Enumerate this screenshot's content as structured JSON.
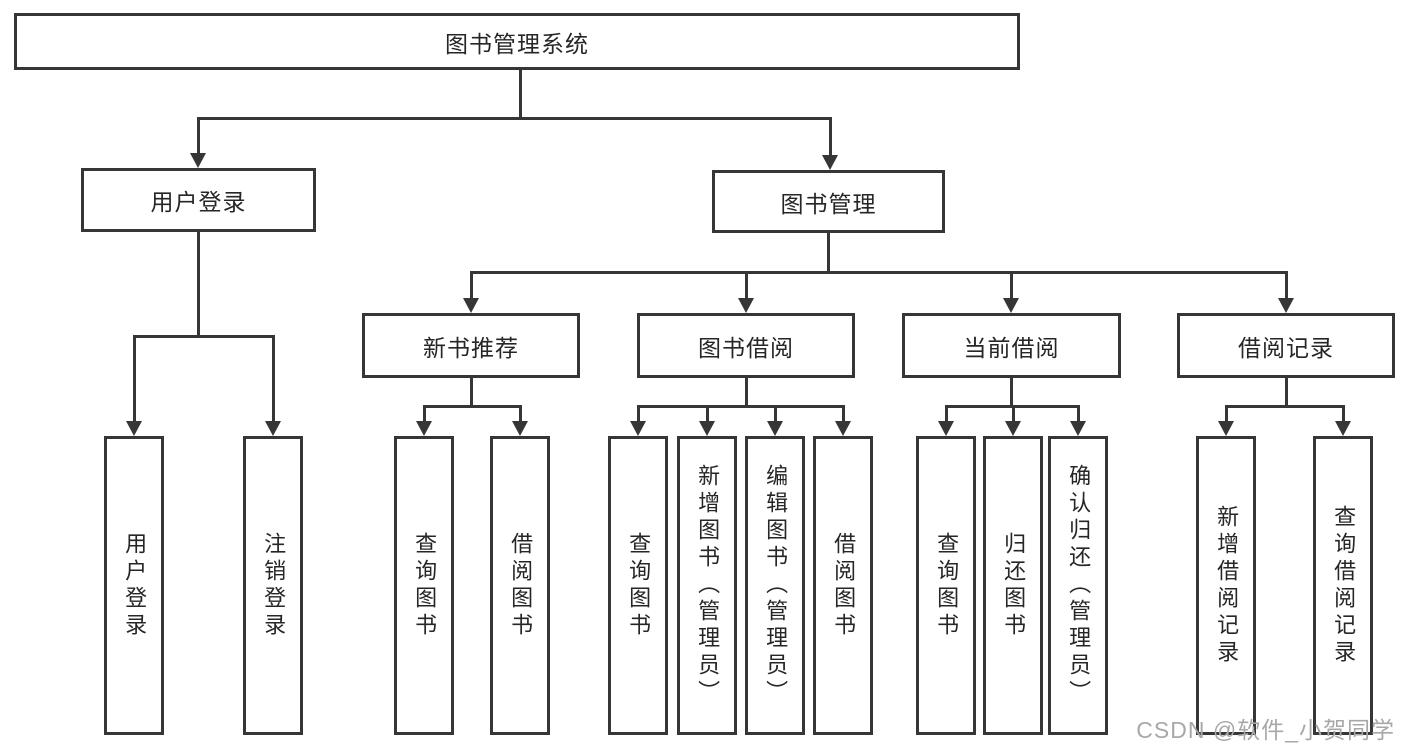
{
  "colors": {
    "line": "#363636",
    "text": "#262626",
    "background": "#ffffff",
    "watermark": "#a8a8a8"
  },
  "watermark": {
    "text": "CSDN @软件_小贺同学"
  },
  "diagram": {
    "root": {
      "label": "图书管理系统"
    },
    "branches": [
      {
        "label": "用户登录",
        "children": [
          {
            "label": "用户登录"
          },
          {
            "label": "注销登录"
          }
        ]
      },
      {
        "label": "图书管理",
        "children": [
          {
            "label": "新书推荐",
            "children": [
              {
                "label": "查询图书"
              },
              {
                "label": "借阅图书"
              }
            ]
          },
          {
            "label": "图书借阅",
            "children": [
              {
                "label": "查询图书"
              },
              {
                "label": "新增图书（管理员）"
              },
              {
                "label": "编辑图书（管理员）"
              },
              {
                "label": "借阅图书"
              }
            ]
          },
          {
            "label": "当前借阅",
            "children": [
              {
                "label": "查询图书"
              },
              {
                "label": "归还图书"
              },
              {
                "label": "确认归还（管理员）"
              }
            ]
          },
          {
            "label": "借阅记录",
            "children": [
              {
                "label": "新增借阅记录"
              },
              {
                "label": "查询借阅记录"
              }
            ]
          }
        ]
      }
    ]
  }
}
